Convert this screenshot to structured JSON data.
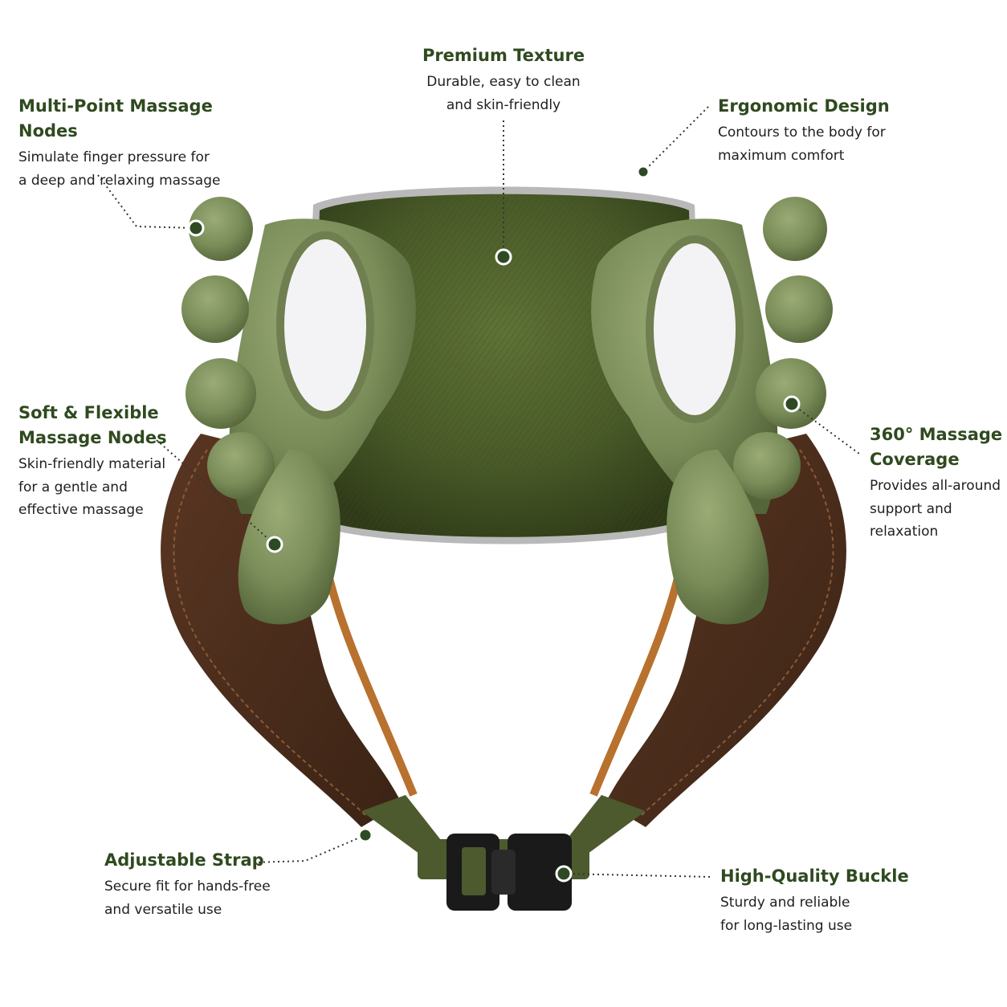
{
  "features": {
    "premium_texture": {
      "title": "Premium Texture",
      "desc1": "Durable, easy to clean",
      "desc2": "and skin-friendly"
    },
    "multi_point": {
      "title": "Multi-Point Massage Nodes",
      "desc1": "Simulate finger pressure for",
      "desc2": "a deep and relaxing massage"
    },
    "ergonomic": {
      "title": "Ergonomic Design",
      "desc1": "Contours to the body for",
      "desc2": "maximum comfort"
    },
    "soft_flexible": {
      "title1": "Soft & Flexible",
      "title2": "Massage Nodes",
      "desc1": "Skin-friendly material",
      "desc2": "for a gentle and",
      "desc3": "effective massage"
    },
    "coverage": {
      "title1": "360° Massage",
      "title2": "Coverage",
      "desc1": "Provides all-around",
      "desc2": "support and",
      "desc3": "relaxation"
    },
    "strap": {
      "title": "Adjustable Strap",
      "desc1": "Secure fit for hands-free",
      "desc2": "and versatile use"
    },
    "buckle": {
      "title": "High-Quality Buckle",
      "desc1": "Sturdy and reliable",
      "desc2": "for long-lasting use"
    }
  },
  "colors": {
    "title": "#2f4a1f",
    "olive_body": "#4a5a2c",
    "olive_nodes": "#7c8d5a",
    "leather": "#4e2f1d",
    "strap": "#4c5a2e",
    "buckle": "#1a1a1a"
  }
}
